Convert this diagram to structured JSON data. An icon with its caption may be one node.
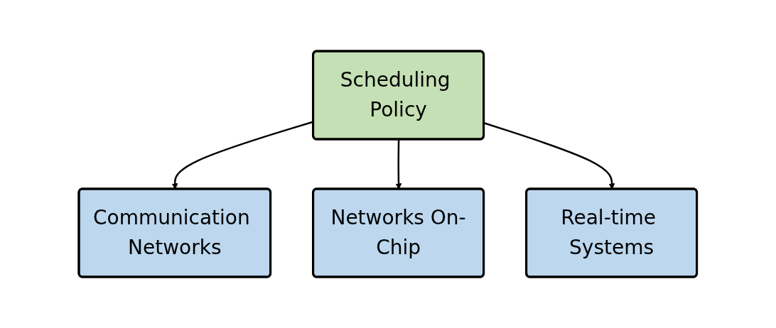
{
  "diagram": {
    "nodes": [
      {
        "text": [
          "Scheduling Policy"
        ]
      },
      {
        "text": [
          "Communication Networks"
        ]
      },
      {
        "text": [
          "Networks On-Chip"
        ]
      },
      {
        "text": [
          "Real-time Systems"
        ]
      }
    ],
    "edges": [
      {
        "from": 0,
        "to": 1,
        "arrow": "to"
      },
      {
        "from": 0,
        "to": 2,
        "arrow": "to"
      },
      {
        "from": 0,
        "to": 3,
        "arrow": "to"
      }
    ]
  }
}
